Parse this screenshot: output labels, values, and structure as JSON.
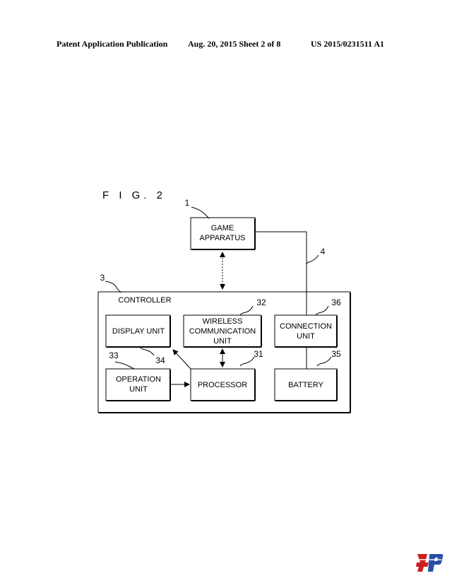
{
  "header": {
    "publication": "Patent Application Publication",
    "date_sheet": "Aug. 20, 2015  Sheet 2 of 8",
    "pub_number": "US 2015/0231511 A1"
  },
  "figure": {
    "label": "F I G. 2"
  },
  "diagram": {
    "blocks": [
      {
        "id": "game-apparatus",
        "lines": [
          "GAME",
          "APPARATUS"
        ],
        "ref": "1"
      },
      {
        "id": "display-unit",
        "lines": [
          "DISPLAY UNIT"
        ],
        "ref": "34"
      },
      {
        "id": "wireless-communication-unit",
        "lines": [
          "WIRELESS",
          "COMMUNICATION",
          "UNIT"
        ],
        "ref": "32"
      },
      {
        "id": "connection-unit",
        "lines": [
          "CONNECTION",
          "UNIT"
        ],
        "ref": "36"
      },
      {
        "id": "operation-unit",
        "lines": [
          "OPERATION",
          "UNIT"
        ],
        "ref": "33"
      },
      {
        "id": "processor",
        "lines": [
          "PROCESSOR"
        ],
        "ref": "31"
      },
      {
        "id": "battery",
        "lines": [
          "BATTERY"
        ],
        "ref": "35"
      }
    ],
    "container": {
      "label": "CONTROLLER",
      "ref": "3"
    },
    "cable_ref": "4"
  },
  "watermark": {
    "logo": "4p-logo"
  }
}
